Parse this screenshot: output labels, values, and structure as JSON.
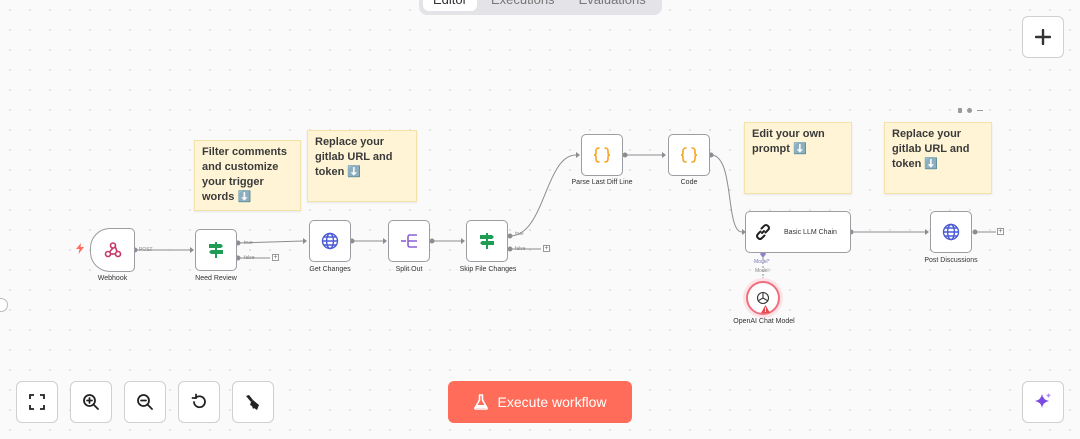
{
  "tabs": [
    "Editor",
    "Executions",
    "Evaluations"
  ],
  "notes": [
    {
      "text": "Filter comments and customize your trigger words ⬇️"
    },
    {
      "text": "Replace your gitlab URL and token ⬇️"
    },
    {
      "text": "Edit your own prompt ⬇️"
    },
    {
      "text": "Replace your gitlab URL and token ⬇️"
    }
  ],
  "nodes": {
    "webhook": "Webhook",
    "need_review": "Need Review",
    "get_changes": "Get Changes",
    "split_out": "Split Out",
    "skip_file_changes": "Skip File Changes",
    "parse_last_diff_line": "Parse Last Diff Line",
    "code": "Code",
    "basic_llm_chain": "Basic LLM Chain",
    "post_discussions": "Post Discussions",
    "openai_chat_model": "OpenAI Chat Model"
  },
  "ports": {
    "post": "POST",
    "true": "true",
    "false": "false",
    "model_star": "Model*",
    "model": "Model"
  },
  "toolbar": {
    "execute_label": "Execute workflow"
  },
  "icons": {
    "zoom_to_fit": "fit-view-icon",
    "zoom_in": "zoom-in-icon",
    "zoom_out": "zoom-out-icon",
    "reset": "undo-icon",
    "tidy": "broom-icon",
    "ai_assistant": "sparkle-icon"
  },
  "colors": {
    "accent": "#ff6d5a",
    "note_bg": "#fff5d6",
    "error": "#e5484d",
    "globe": "#4b5bd6",
    "code": "#f5a623",
    "filter": "#1f9d55",
    "split": "#8a63d2"
  }
}
